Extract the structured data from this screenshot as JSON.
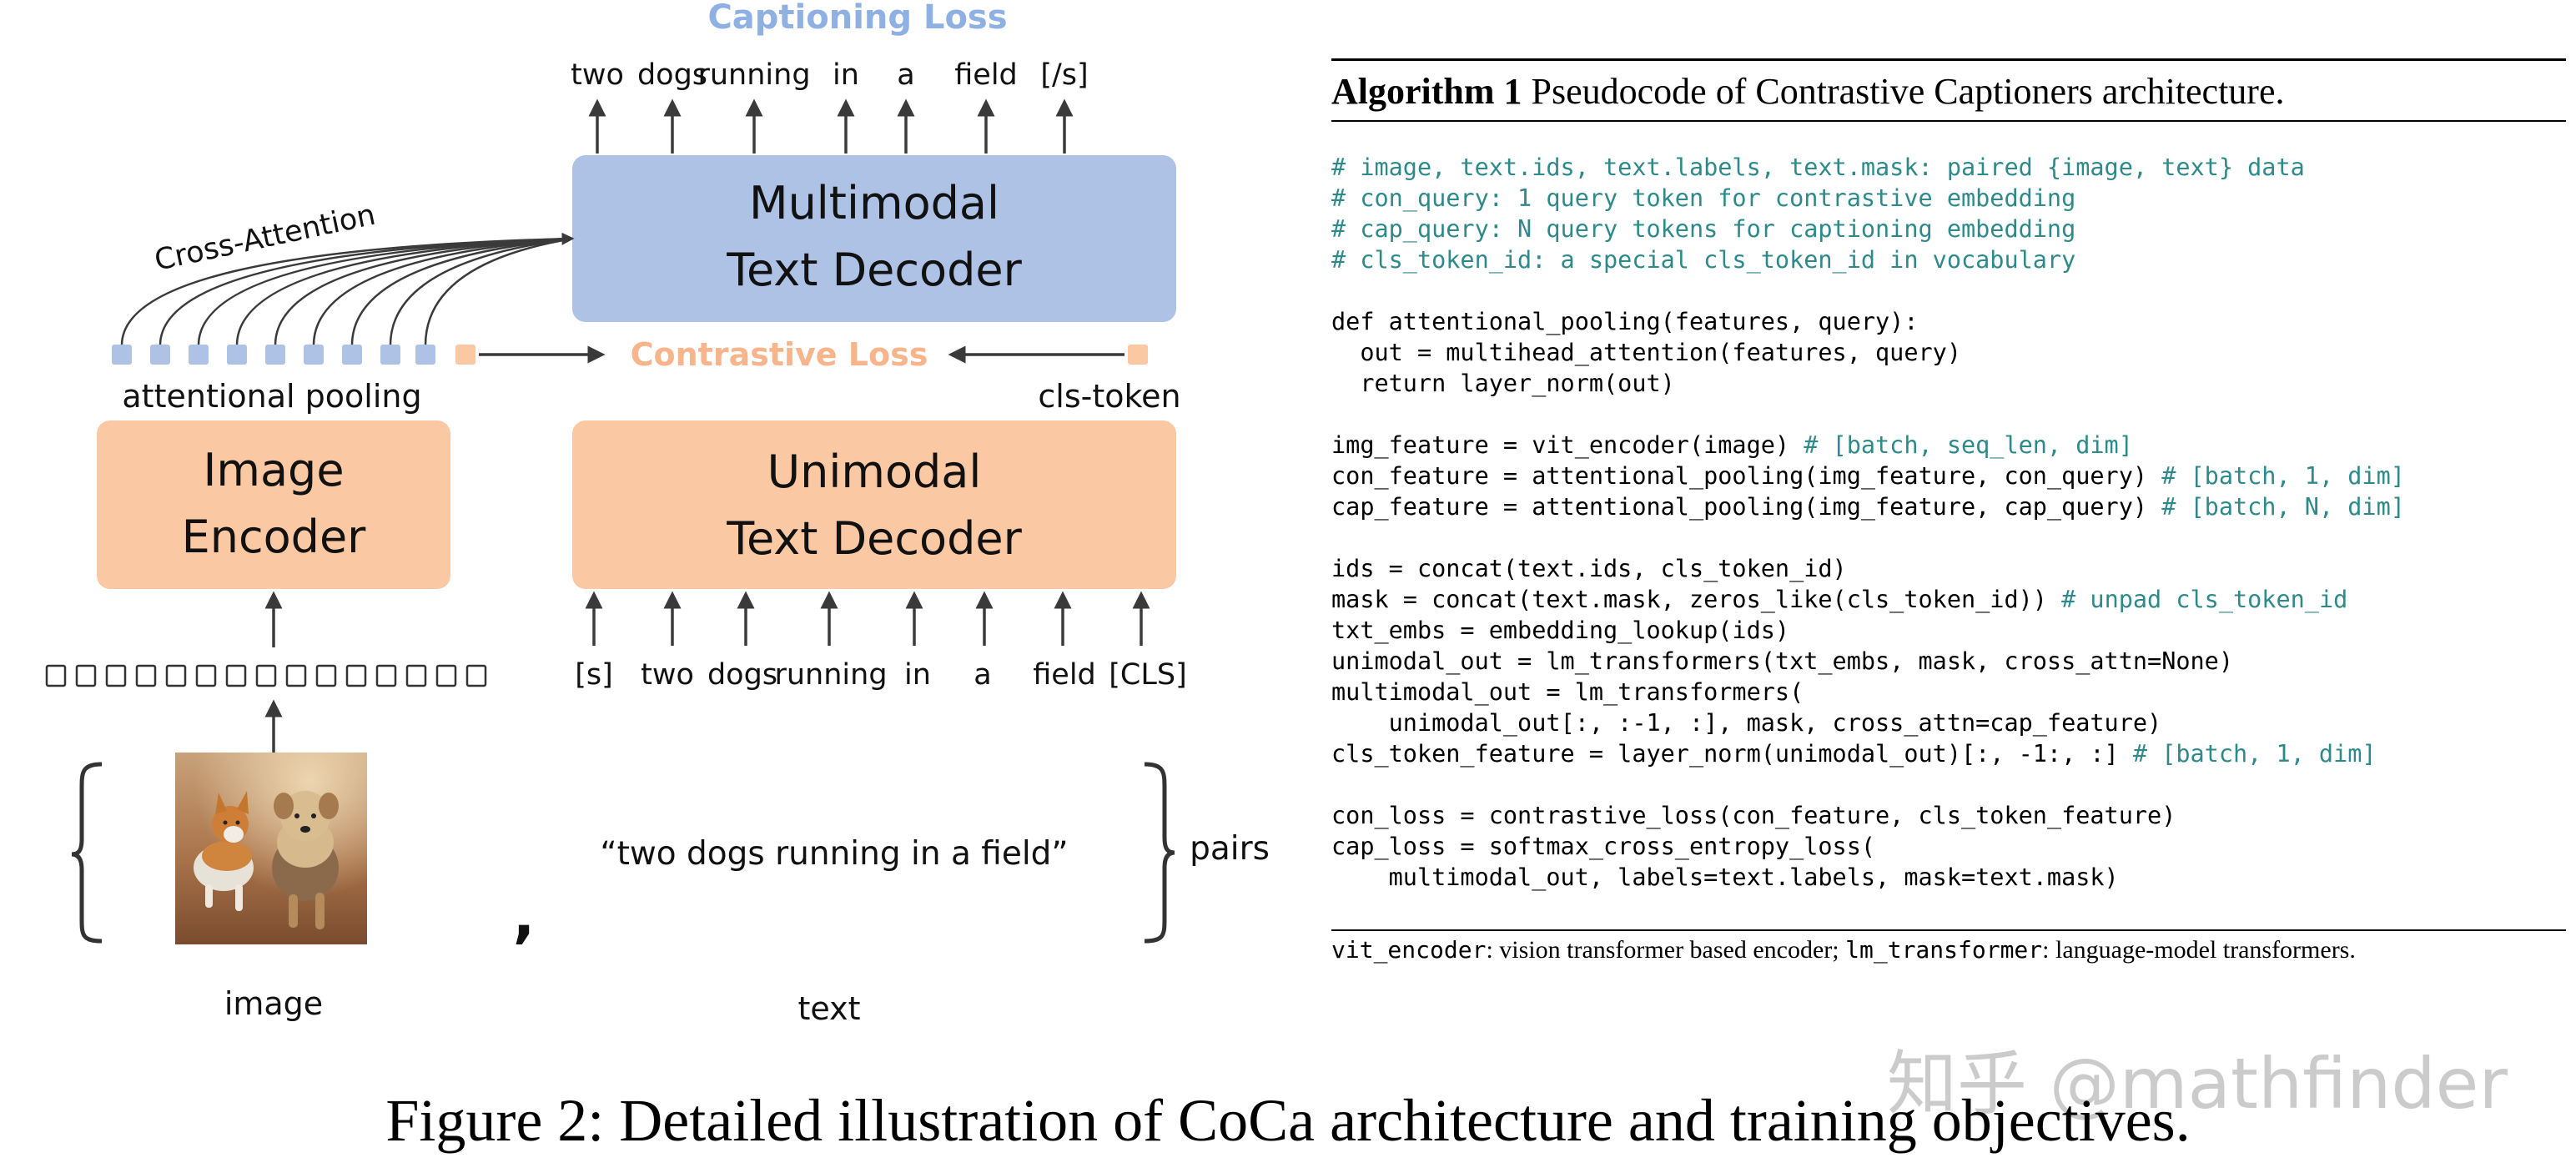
{
  "figure": {
    "captioning_loss": "Captioning Loss",
    "contrastive_loss": "Contrastive Loss",
    "cross_attention": "Cross-Attention",
    "attentional_pooling": "attentional pooling",
    "cls_token": "cls-token",
    "multimodal_decoder": [
      "Multimodal",
      "Text Decoder"
    ],
    "unimodal_decoder": [
      "Unimodal",
      "Text Decoder"
    ],
    "image_encoder": [
      "Image",
      "Encoder"
    ],
    "output_tokens": [
      "two",
      "dogs",
      "running",
      "in",
      "a",
      "field",
      "[/s]"
    ],
    "input_tokens": [
      "[s]",
      "two",
      "dogs",
      "running",
      "in",
      "a",
      "field",
      "[CLS]"
    ],
    "pair_text": "“two dogs running in a field”",
    "pair_comma": ",",
    "pairs": "pairs",
    "image_label": "image",
    "text_label": "text",
    "colors": {
      "blue_box": "#aec2e6",
      "blue_text": "#8fb0e2",
      "orange_box": "#fbc8a4",
      "orange_text": "#f8b48a"
    }
  },
  "algorithm": {
    "number": "Algorithm 1",
    "title": "Pseudocode of Contrastive Captioners architecture.",
    "code": [
      {
        "code": "",
        "comment": "# image, text.ids, text.labels, text.mask: paired {image, text} data"
      },
      {
        "code": "",
        "comment": "# con_query: 1 query token for contrastive embedding"
      },
      {
        "code": "",
        "comment": "# cap_query: N query tokens for captioning embedding"
      },
      {
        "code": "",
        "comment": "# cls_token_id: a special cls_token_id in vocabulary"
      },
      {
        "code": "",
        "comment": ""
      },
      {
        "code": "def attentional_pooling(features, query):",
        "comment": ""
      },
      {
        "code": "  out = multihead_attention(features, query)",
        "comment": ""
      },
      {
        "code": "  return layer_norm(out)",
        "comment": ""
      },
      {
        "code": "",
        "comment": ""
      },
      {
        "code": "img_feature = vit_encoder(image) ",
        "comment": "# [batch, seq_len, dim]"
      },
      {
        "code": "con_feature = attentional_pooling(img_feature, con_query) ",
        "comment": "# [batch, 1, dim]"
      },
      {
        "code": "cap_feature = attentional_pooling(img_feature, cap_query) ",
        "comment": "# [batch, N, dim]"
      },
      {
        "code": "",
        "comment": ""
      },
      {
        "code": "ids = concat(text.ids, cls_token_id)",
        "comment": ""
      },
      {
        "code": "mask = concat(text.mask, zeros_like(cls_token_id)) ",
        "comment": "# unpad cls_token_id"
      },
      {
        "code": "txt_embs = embedding_lookup(ids)",
        "comment": ""
      },
      {
        "code": "unimodal_out = lm_transformers(txt_embs, mask, cross_attn=None)",
        "comment": ""
      },
      {
        "code": "multimodal_out = lm_transformers(",
        "comment": ""
      },
      {
        "code": "    unimodal_out[:, :-1, :], mask, cross_attn=cap_feature)",
        "comment": ""
      },
      {
        "code": "cls_token_feature = layer_norm(unimodal_out)[:, -1:, :] ",
        "comment": "# [batch, 1, dim]"
      },
      {
        "code": "",
        "comment": ""
      },
      {
        "code": "con_loss = contrastive_loss(con_feature, cls_token_feature)",
        "comment": ""
      },
      {
        "code": "cap_loss = softmax_cross_entropy_loss(",
        "comment": ""
      },
      {
        "code": "    multimodal_out, labels=text.labels, mask=text.mask)",
        "comment": ""
      }
    ],
    "footnote": {
      "term1": "vit_encoder",
      "desc1": ": vision transformer based encoder; ",
      "term2": "lm_transformer",
      "desc2": ": language-model transformers."
    }
  },
  "caption": "Figure 2: Detailed illustration of CoCa architecture and training objectives.",
  "watermark": "知乎 @mathfinder"
}
